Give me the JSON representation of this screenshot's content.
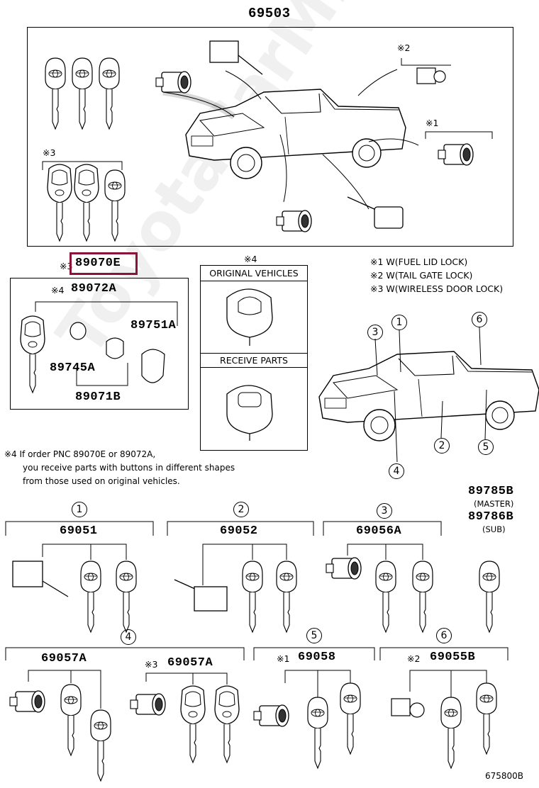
{
  "top_assembly": {
    "part_number": "69503"
  },
  "top_callouts": {
    "n2": "※2",
    "n1": "※1",
    "n3": "※3"
  },
  "legend": {
    "l1": "※1 W(FUEL LID LOCK)",
    "l2": "※2 W(TAIL GATE LOCK)",
    "l3": "※3 W(WIRELESS DOOR LOCK)"
  },
  "transmitter": {
    "prefix": "※3",
    "part_number": "89070E",
    "sub_prefix": "※4",
    "sub_part_number": "89072A",
    "battery": "89745A",
    "cover": "89751A",
    "bottom": "89071B"
  },
  "compare": {
    "prefix": "※4",
    "original_label": "ORIGINAL VEHICLES",
    "receive_label": "RECEIVE PARTS"
  },
  "position_numbers": [
    "1",
    "2",
    "3",
    "4",
    "5",
    "6"
  ],
  "footnote": {
    "line1": "※4 If order PNC 89070E or 89072A,",
    "line2": "you receive parts with buttons in different shapes",
    "line3": "from those used on original vehicles."
  },
  "blank_keys": {
    "master_pn": "89785B",
    "master_label": "(MASTER)",
    "sub_pn": "89786B",
    "sub_label": "(SUB)"
  },
  "groups": [
    {
      "circle": "1",
      "prefix": "",
      "part_number": "69051"
    },
    {
      "circle": "2",
      "prefix": "",
      "part_number": "69052"
    },
    {
      "circle": "3",
      "prefix": "",
      "part_number": "69056A"
    },
    {
      "circle": "4",
      "prefix": "",
      "part_number": "69057A"
    },
    {
      "circle": "",
      "prefix": "※3",
      "part_number": "69057A"
    },
    {
      "circle": "5",
      "prefix": "※1",
      "part_number": "69058"
    },
    {
      "circle": "6",
      "prefix": "※2",
      "part_number": "69055B"
    }
  ],
  "diagram_code": "675800B",
  "watermark": "ToyotaCarMine.ru",
  "colors": {
    "highlight": "#8a1438",
    "line": "#000000"
  }
}
